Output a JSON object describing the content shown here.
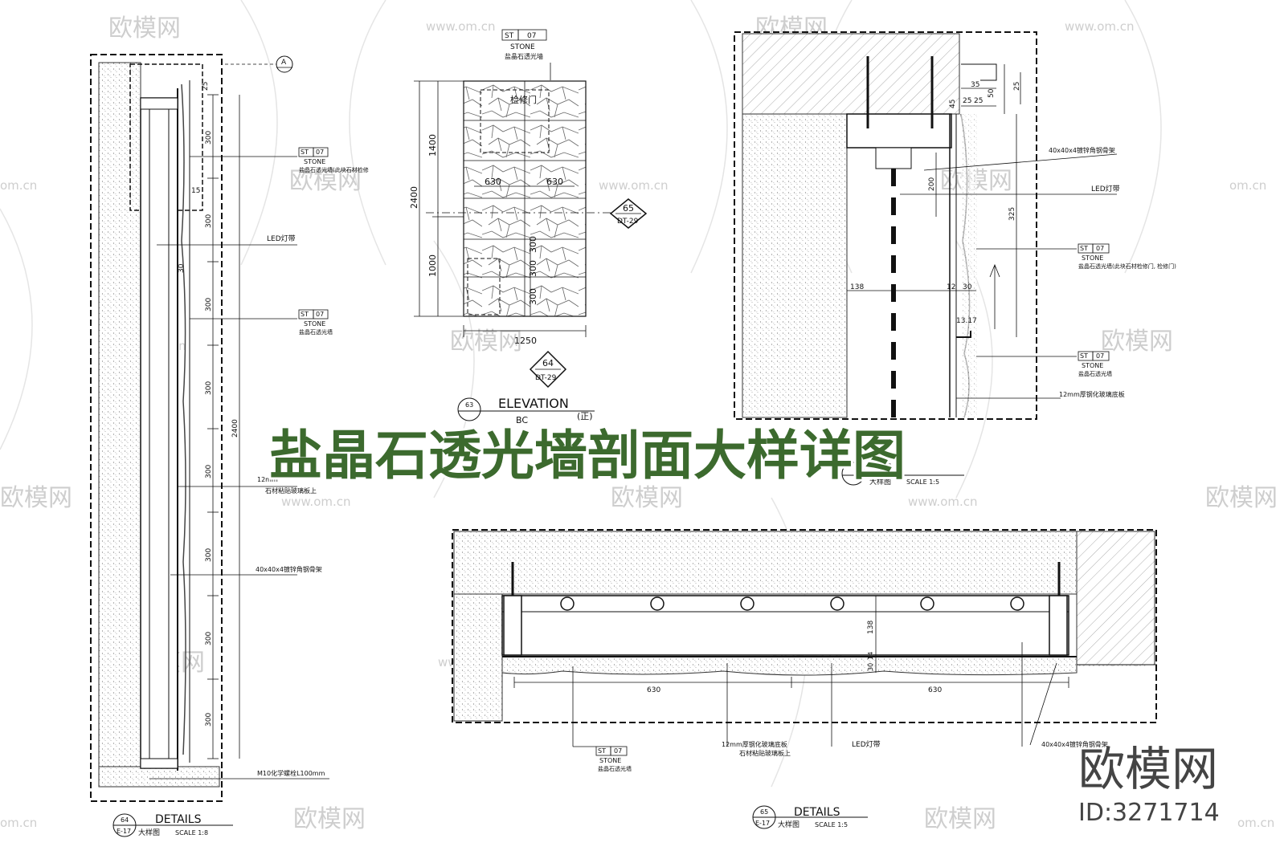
{
  "banner_title": "盐晶石透光墙剖面大样详图",
  "brand": {
    "name": "欧模网",
    "id": "ID:3271714"
  },
  "watermarks": {
    "logo": "欧模网",
    "url": "www.om.cn",
    "short": "om.cn"
  },
  "stone_tag": {
    "code_a": "ST",
    "code_b": "07",
    "word": "STONE"
  },
  "section_marker_a": "A",
  "elevation_marker": {
    "num": "65",
    "ref": "DT-29"
  },
  "section_marker_64": {
    "num": "64",
    "ref": "DT-29"
  },
  "detail_64": {
    "title": "DETAILS",
    "num": "64",
    "sheet": "E-17",
    "cn": "大样图",
    "scale": "SCALE 1:8",
    "dims": [
      "25",
      "300",
      "300",
      "300",
      "300",
      "300",
      "300",
      "300",
      "300",
      "2400",
      "15",
      "30"
    ],
    "notes": {
      "stone_top": "盐晶石透光墙(此块石材检修",
      "led": "LED灯带",
      "stone_mid": "盐晶石透光墙",
      "glass_1": "12mm",
      "glass_2": "石材粘贴玻璃板上",
      "steel": "40x40x4镀锌角钢骨架",
      "bolt": "M10化学螺栓L100mm"
    }
  },
  "elevation_63": {
    "title": "ELEVATION",
    "num": "63",
    "sub": "BC",
    "note": "(正)",
    "stone_note": "盐晶石透光墙",
    "access": "检修门",
    "dims": [
      "1400",
      "1000",
      "2400",
      "630",
      "630",
      "300",
      "300",
      "300",
      "1250"
    ]
  },
  "detail_65_section": {
    "title": "DE",
    "sheet": "大样图",
    "scale": "SCALE 1:5",
    "dims": [
      "35",
      "25",
      "45",
      "25",
      "25",
      "50",
      "200",
      "325",
      "138",
      "12",
      "30",
      "13.17"
    ],
    "notes": {
      "steel": "40x40x4镀锌角钢骨架",
      "led": "LED灯带",
      "stone": "盐晶石透光墙(此块石材检修门, 检修门)",
      "stone2": "盐晶石透光墙",
      "glass": "12mm厚钢化玻璃底板"
    }
  },
  "detail_65_plan": {
    "title": "DETAILS",
    "num": "65",
    "sheet": "E-17",
    "cn": "大样图",
    "scale": "SCALE 1:5",
    "dims": [
      "630",
      "630",
      "138",
      "30",
      "14"
    ],
    "notes": {
      "stone": "盐晶石透光墙",
      "glass_1": "12mm厚钢化玻璃底板",
      "glass_2": "石材粘贴玻璃板上",
      "led": "LED灯带",
      "steel": "40x40x4镀锌角钢骨架"
    }
  }
}
